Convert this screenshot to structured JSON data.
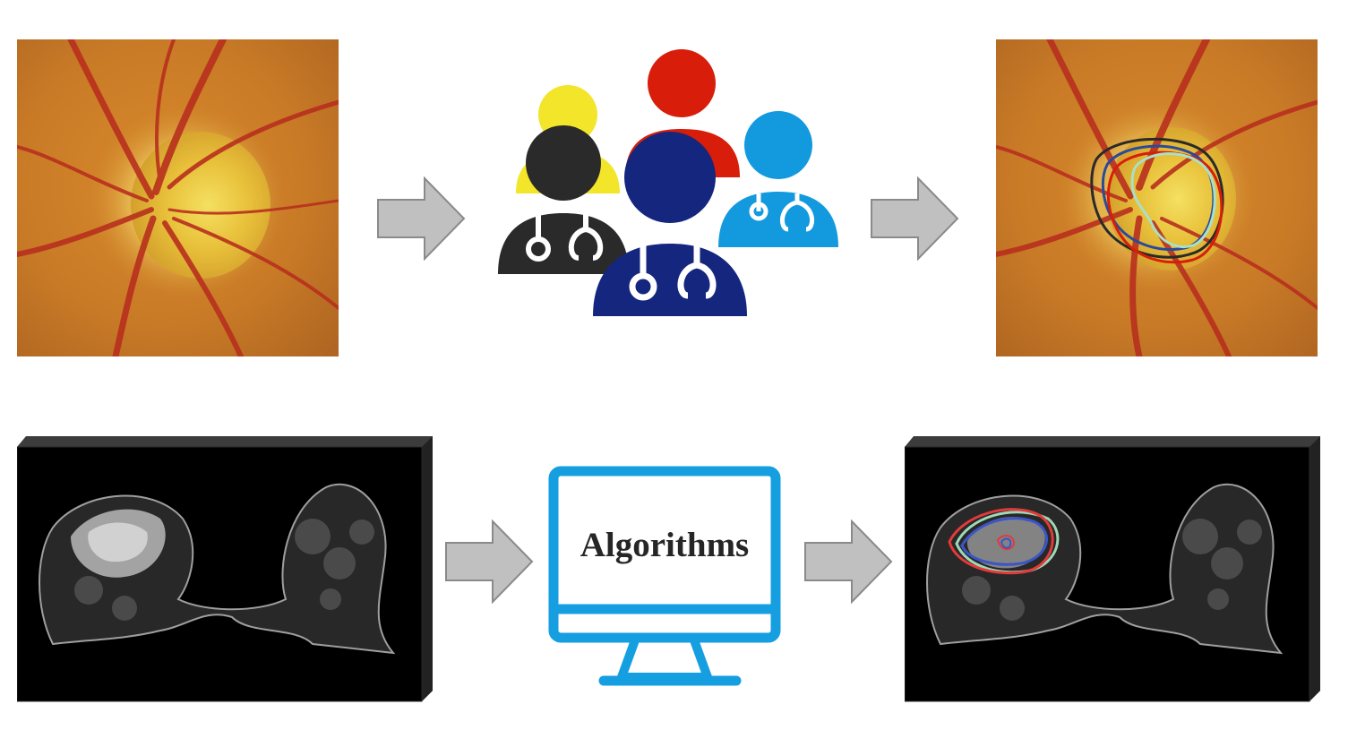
{
  "diagram": {
    "top_row": {
      "input": {
        "kind": "fundus-image"
      },
      "annotators": {
        "icons": [
          "doctor-icon",
          "doctor-icon",
          "doctor-icon",
          "doctor-icon",
          "doctor-icon"
        ],
        "colors": [
          "#f2e52a",
          "#d81e0a",
          "#139ade",
          "#2a2a2a",
          "#14267e"
        ]
      },
      "output": {
        "kind": "fundus-image-with-contours",
        "contour_colors": [
          "#2a2a2a",
          "#2b4a9a",
          "#d81e0a",
          "#a8e0c8"
        ]
      }
    },
    "bottom_row": {
      "input": {
        "kind": "breast-mri-volume"
      },
      "processor": {
        "icon": "monitor-icon",
        "label": "Algorithms",
        "color": "#159ee0"
      },
      "output": {
        "kind": "breast-mri-volume-with-contours",
        "contour_colors": [
          "#e23a3a",
          "#3a55c8",
          "#9fd8b8"
        ]
      }
    },
    "arrow_color": "#c0c0c0"
  }
}
